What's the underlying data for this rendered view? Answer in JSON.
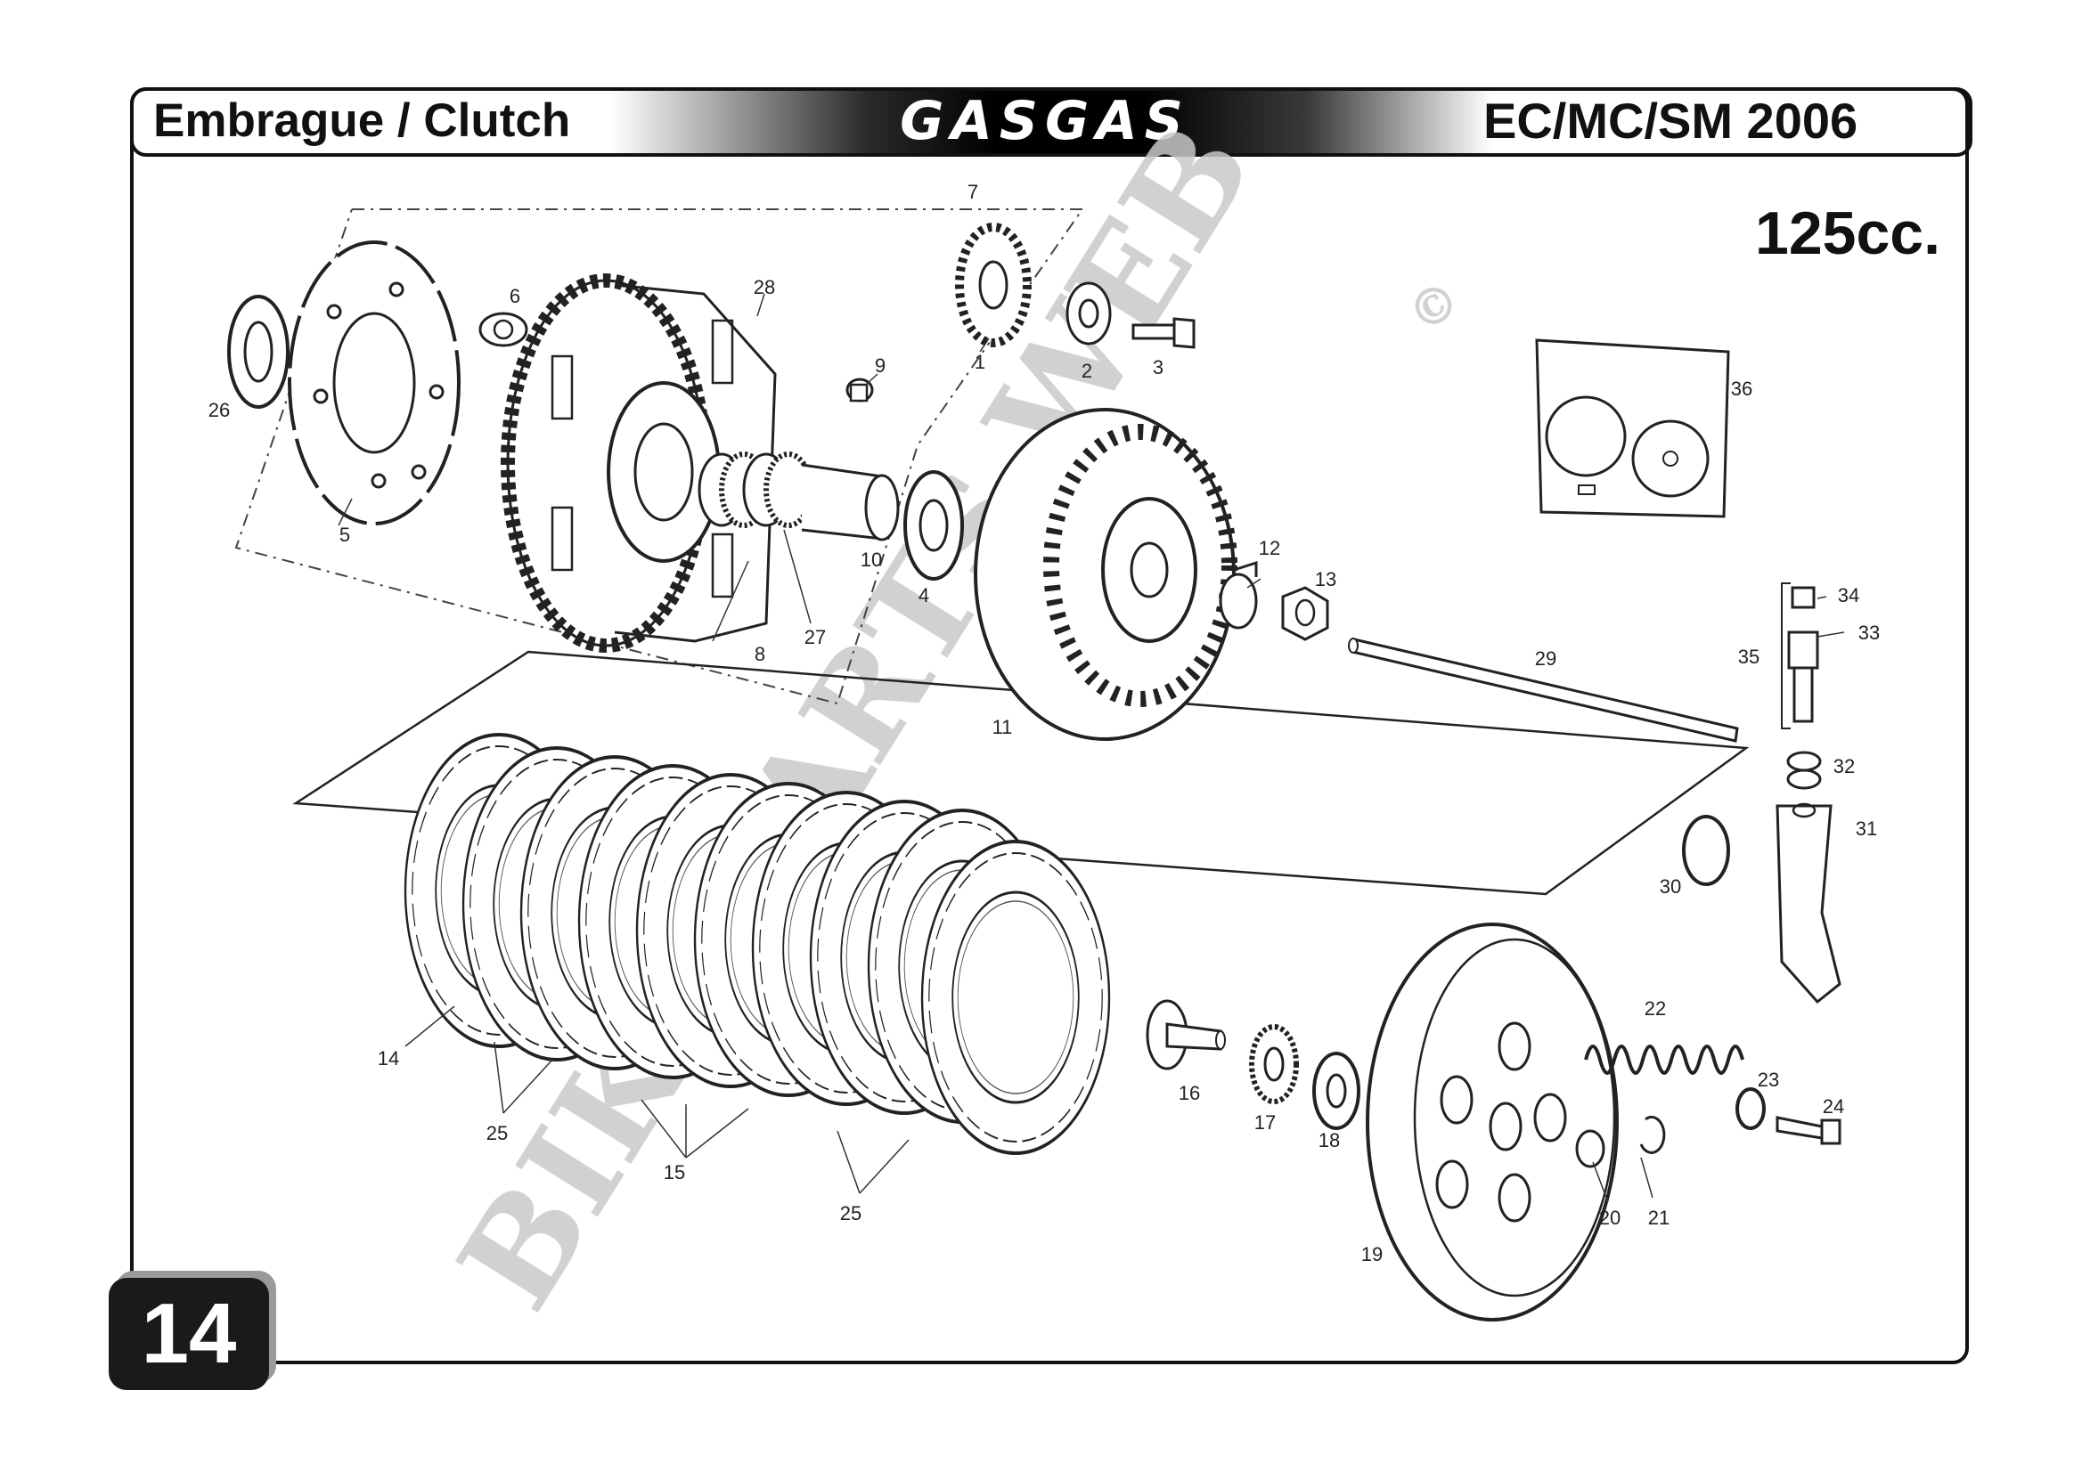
{
  "header": {
    "title": "Embrague / Clutch",
    "brand": "GASGAS",
    "model": "EC/MC/SM 2006"
  },
  "engine_size": "125cc.",
  "page_number": "14",
  "watermark": {
    "text": "BIKE-PARTS WEB",
    "mark": "©"
  },
  "parts": {
    "p1": "1",
    "p2": "2",
    "p3": "3",
    "p4": "4",
    "p5": "5",
    "p6": "6",
    "p7": "7",
    "p8": "8",
    "p9": "9",
    "p10": "10",
    "p11": "11",
    "p12": "12",
    "p13": "13",
    "p14": "14",
    "p15": "15",
    "p16": "16",
    "p17": "17",
    "p18": "18",
    "p19": "19",
    "p20": "20",
    "p21": "21",
    "p22": "22",
    "p23": "23",
    "p24": "24",
    "p25a": "25",
    "p25b": "25",
    "p26": "26",
    "p27": "27",
    "p28": "28",
    "p29": "29",
    "p30": "30",
    "p31": "31",
    "p32": "32",
    "p33": "33",
    "p34": "34",
    "p35": "35",
    "p36": "36"
  },
  "colors": {
    "frame": "#111111",
    "header_gradient_dark": "#000000",
    "watermark": "#c9c9c9"
  }
}
